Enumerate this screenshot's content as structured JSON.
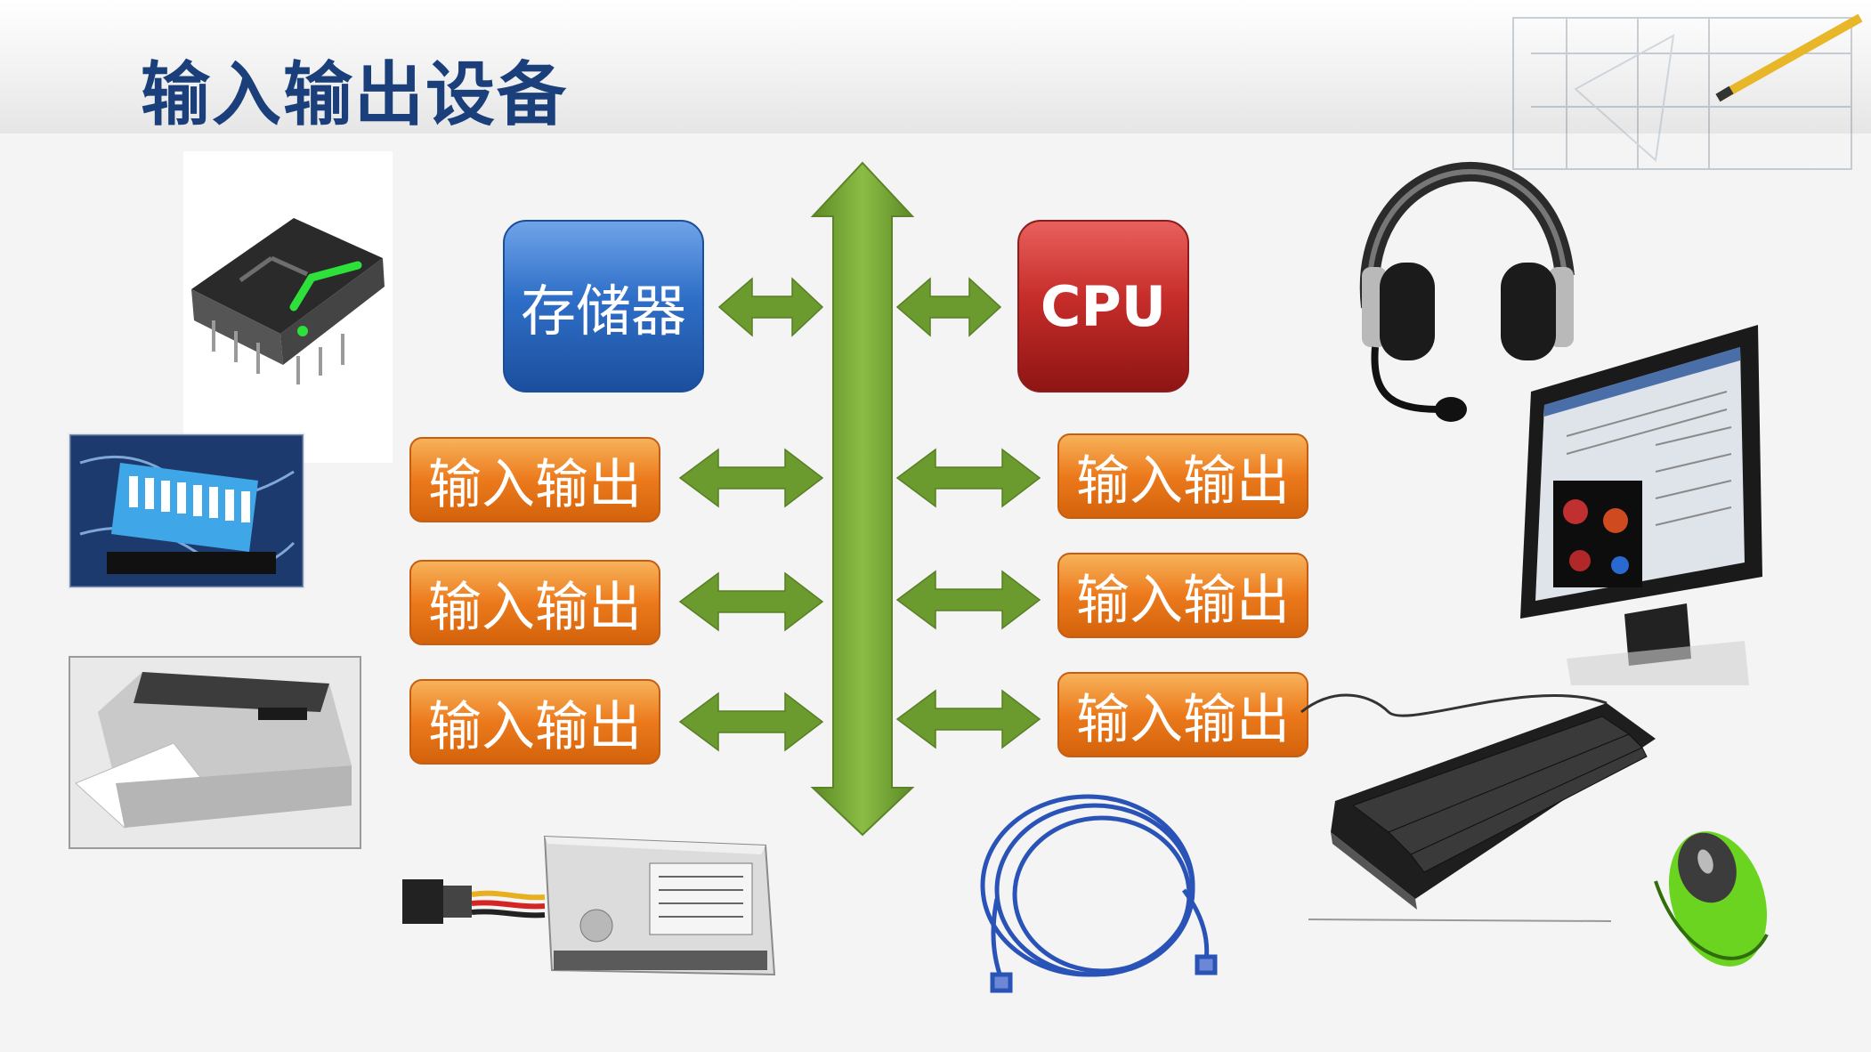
{
  "title": "输入输出设备",
  "bus": {
    "memory_label": "存储器",
    "cpu_label": "CPU",
    "io_left": [
      "输入输出",
      "输入输出",
      "输入输出"
    ],
    "io_right": [
      "输入输出",
      "输入输出",
      "输入输出"
    ]
  },
  "devices": [
    "seven-segment-display",
    "dip-switch",
    "dot-matrix-printer",
    "hard-disk",
    "network-cable",
    "headset",
    "monitor",
    "keyboard",
    "mouse"
  ],
  "colors": {
    "title": "#1b3f7a",
    "bus": "#6b9a2f",
    "memory": "#2f6fc8",
    "cpu": "#c62d2a",
    "io": "#ec7a1c"
  }
}
